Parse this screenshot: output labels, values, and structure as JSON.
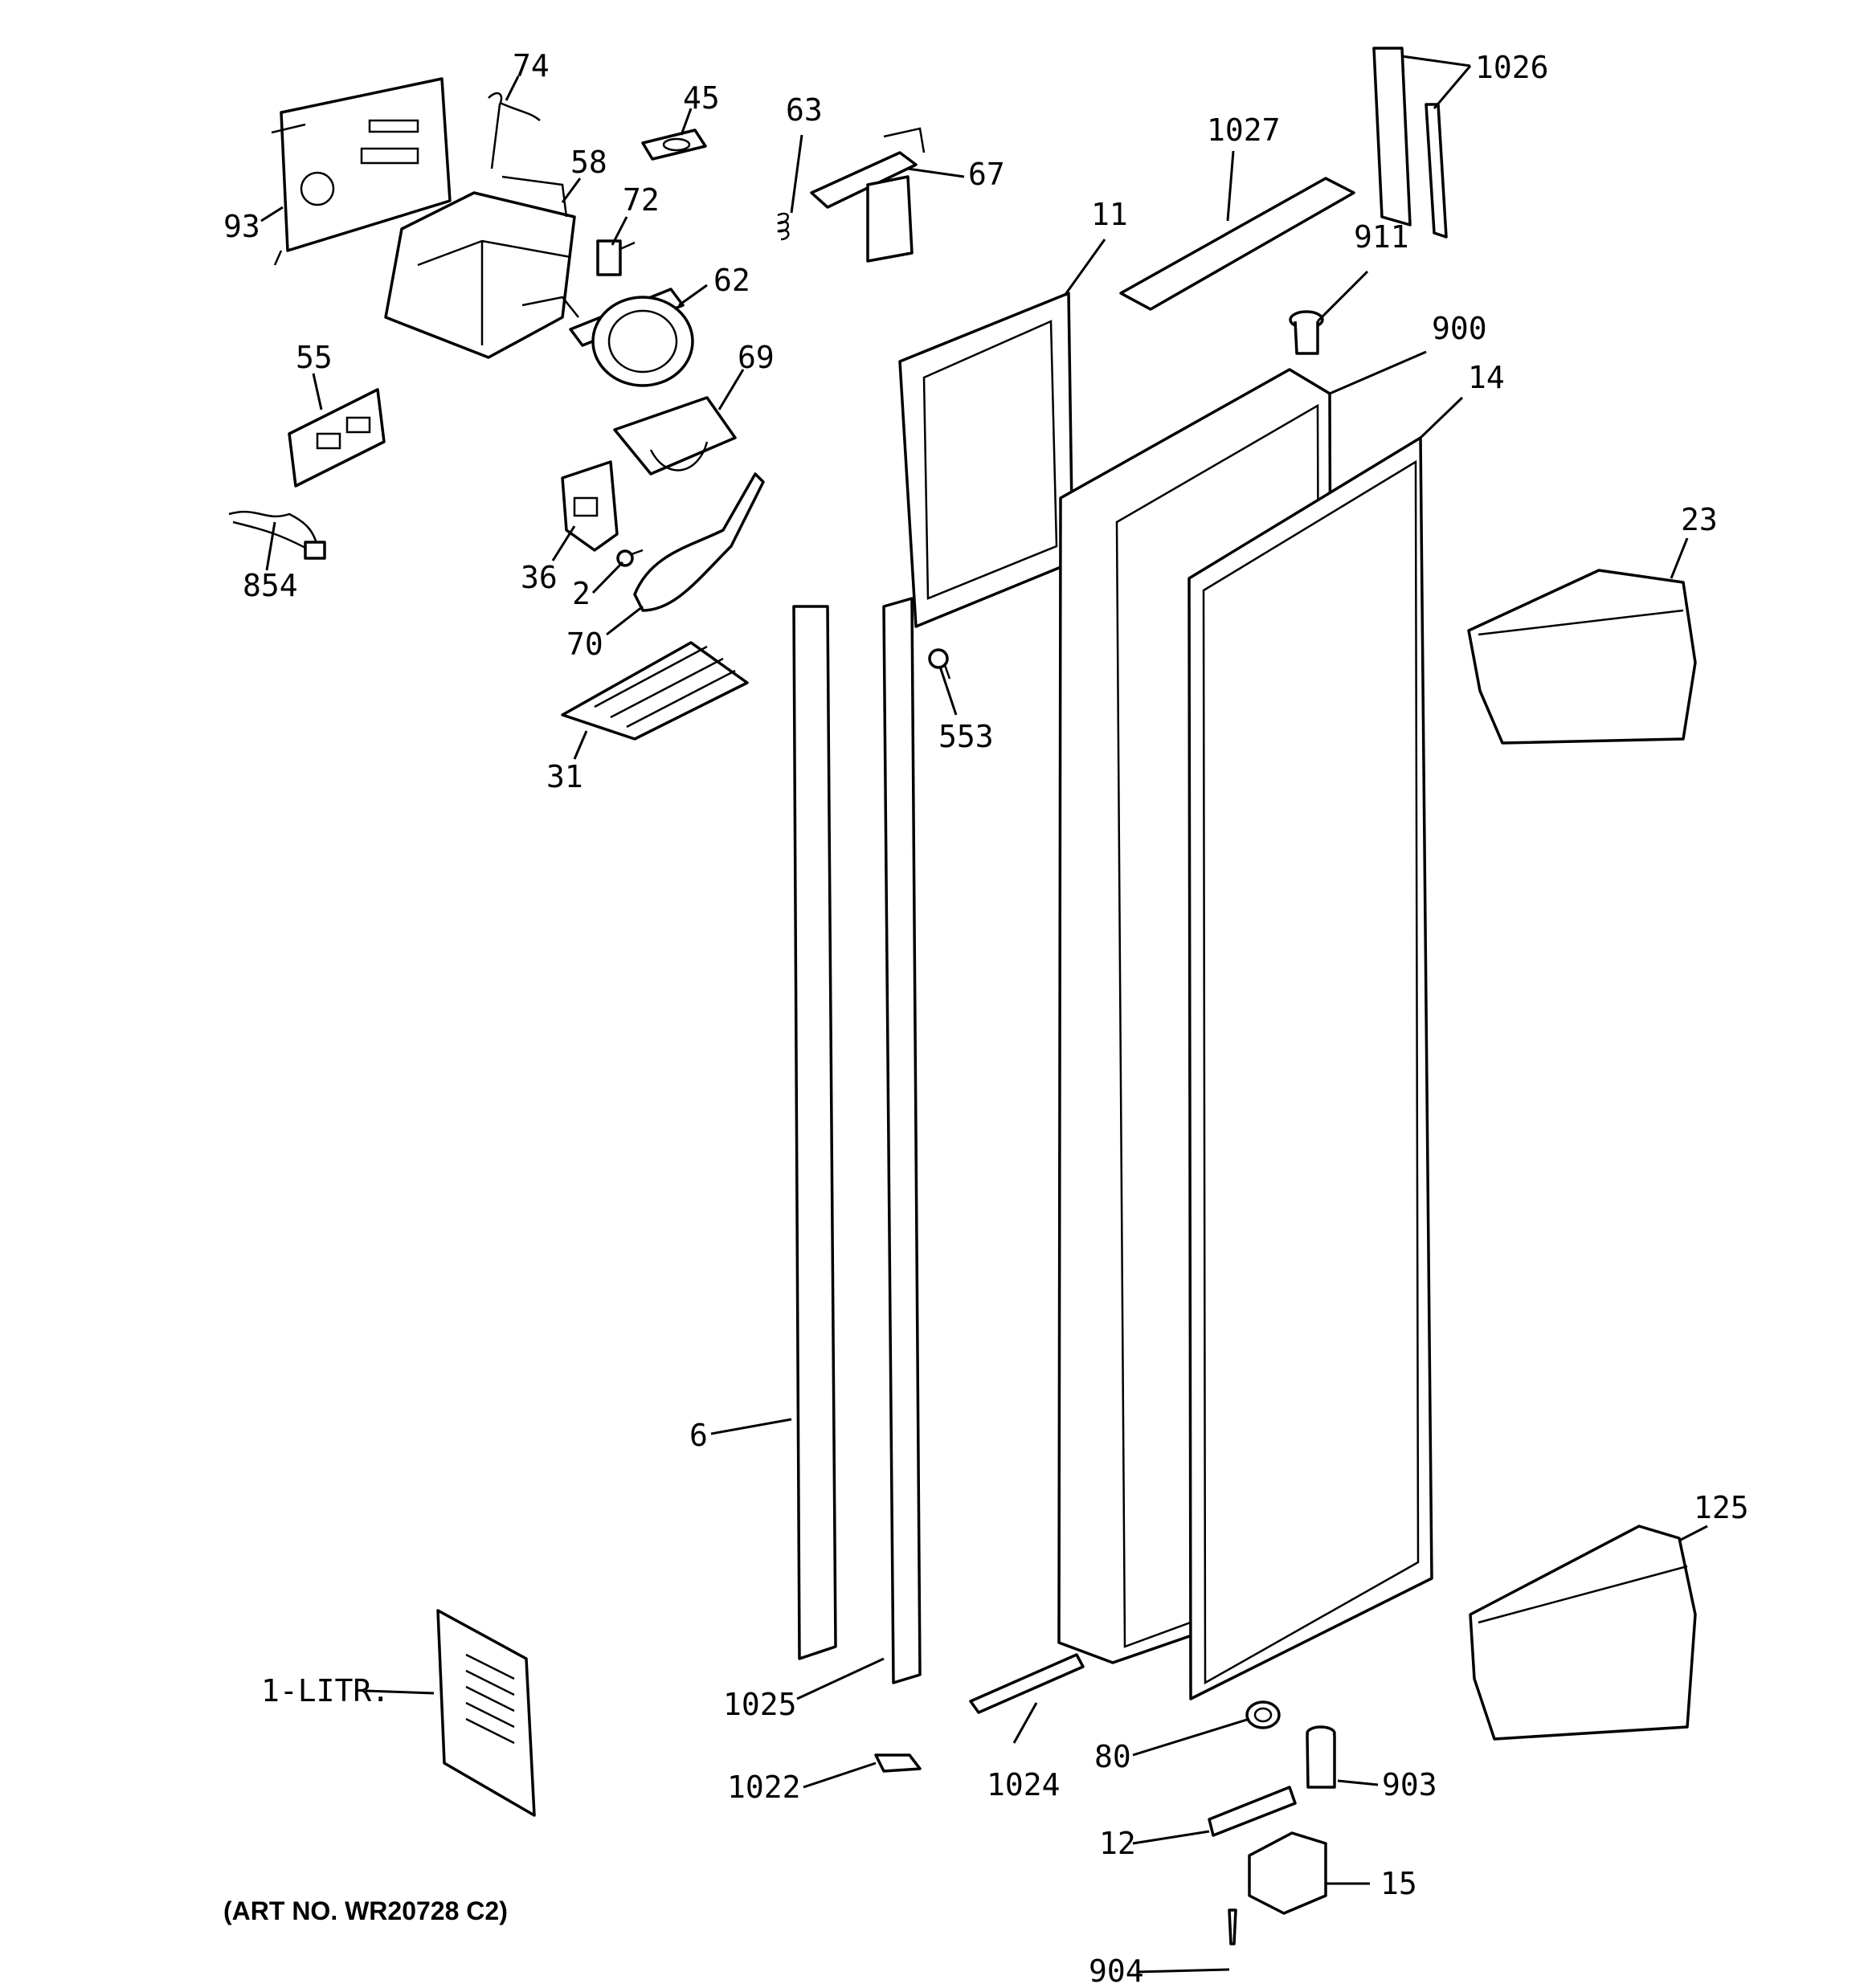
{
  "callouts": [
    {
      "id": "74",
      "label": "74"
    },
    {
      "id": "45",
      "label": "45"
    },
    {
      "id": "63",
      "label": "63"
    },
    {
      "id": "67",
      "label": "67"
    },
    {
      "id": "1027",
      "label": "1027"
    },
    {
      "id": "1026",
      "label": "1026"
    },
    {
      "id": "93",
      "label": "93"
    },
    {
      "id": "58",
      "label": "58"
    },
    {
      "id": "72",
      "label": "72"
    },
    {
      "id": "62",
      "label": "62"
    },
    {
      "id": "11",
      "label": "11"
    },
    {
      "id": "911",
      "label": "911"
    },
    {
      "id": "900",
      "label": "900"
    },
    {
      "id": "14",
      "label": "14"
    },
    {
      "id": "55",
      "label": "55"
    },
    {
      "id": "69",
      "label": "69"
    },
    {
      "id": "23",
      "label": "23"
    },
    {
      "id": "854",
      "label": "854"
    },
    {
      "id": "36",
      "label": "36"
    },
    {
      "id": "2",
      "label": "2"
    },
    {
      "id": "70",
      "label": "70"
    },
    {
      "id": "553",
      "label": "553"
    },
    {
      "id": "31",
      "label": "31"
    },
    {
      "id": "6",
      "label": "6"
    },
    {
      "id": "125",
      "label": "125"
    },
    {
      "id": "1-LITR.",
      "label": "1-LITR."
    },
    {
      "id": "1025",
      "label": "1025"
    },
    {
      "id": "80",
      "label": "80"
    },
    {
      "id": "903",
      "label": "903"
    },
    {
      "id": "1022",
      "label": "1022"
    },
    {
      "id": "1024",
      "label": "1024"
    },
    {
      "id": "12",
      "label": "12"
    },
    {
      "id": "15",
      "label": "15"
    },
    {
      "id": "904",
      "label": "904"
    }
  ],
  "art_number": "(ART NO. WR20728 C2)"
}
